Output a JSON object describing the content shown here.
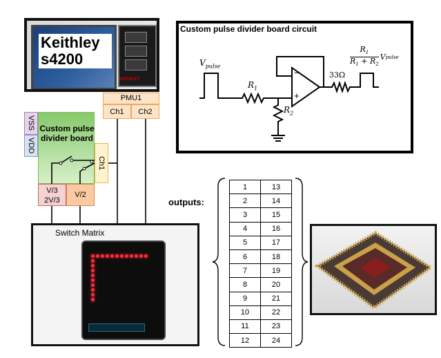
{
  "keithley": {
    "photo_text": "Keithley s4200",
    "brand": "KEITHLEY"
  },
  "pmu": {
    "title": "PMU1",
    "ch1": "Ch1",
    "ch2": "Ch2"
  },
  "supplies": {
    "vss": "VSS",
    "vdd": "VDD"
  },
  "divider": {
    "title": "Custom pulse divider board",
    "ch1": "Ch1",
    "v3": "V/3",
    "v23": "2V/3",
    "v2": "V/2"
  },
  "switch_matrix": {
    "title": "Switch Matrix"
  },
  "circuit": {
    "title": "Custom pulse divider board circuit",
    "vpulse": "V",
    "vpulse_sub": "pulse",
    "r1": "R",
    "r1_sub": "1",
    "r2": "R",
    "r2_sub": "2",
    "r_out": "33Ω",
    "out_num": "R",
    "out_num_sub": "1",
    "out_den": "R",
    "out_den_sub1": "1",
    "out_den_plus": " + R",
    "out_den_sub2": "2",
    "out_v": "V",
    "out_v_sub": "pulse",
    "opamp_minus": "−",
    "opamp_plus": "+"
  },
  "outputs": {
    "label": "outputs:",
    "rows": [
      [
        "1",
        "13"
      ],
      [
        "2",
        "14"
      ],
      [
        "3",
        "15"
      ],
      [
        "4",
        "16"
      ],
      [
        "5",
        "17"
      ],
      [
        "6",
        "18"
      ],
      [
        "7",
        "19"
      ],
      [
        "8",
        "20"
      ],
      [
        "9",
        "21"
      ],
      [
        "10",
        "22"
      ],
      [
        "11",
        "23"
      ],
      [
        "12",
        "24"
      ]
    ]
  },
  "colors": {
    "pmu": "#fde4c8",
    "divider": "#86c96b",
    "vss": "#e6d4ea",
    "vdd": "#d7e3f3",
    "led": "#ff2b3a"
  }
}
